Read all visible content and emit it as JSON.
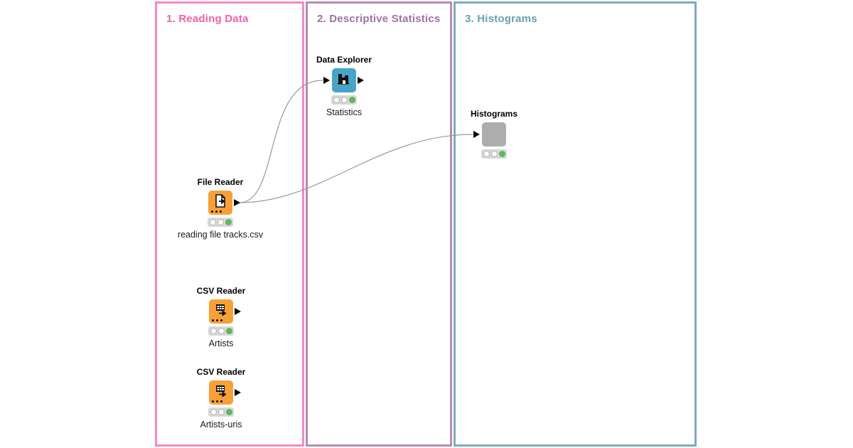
{
  "app": "KNIME workflow canvas",
  "sections": [
    {
      "title": "1. Reading Data",
      "border_color": "#f48ac4",
      "title_color": "#f160a8"
    },
    {
      "title": "2. Descriptive Statistics",
      "border_color": "#b48bb5",
      "title_color": "#a171a4"
    },
    {
      "title": "3. Histograms",
      "border_color": "#7fabbc",
      "title_color": "#68a0b4"
    }
  ],
  "nodes": [
    {
      "id": "data-explorer",
      "name": "Data Explorer",
      "label": "Statistics",
      "color": "#46a5c7",
      "icon": "histogram-icon",
      "status": "executed"
    },
    {
      "id": "histograms",
      "name": "Histograms",
      "label": "",
      "color": "#adadad",
      "icon": "none",
      "status": "executed"
    },
    {
      "id": "file-reader",
      "name": "File Reader",
      "label": "reading file tracks.csv",
      "color": "#f8a038",
      "icon": "file-export-icon",
      "status": "executed"
    },
    {
      "id": "csv-reader-1",
      "name": "CSV Reader",
      "label": "Artists",
      "color": "#f8a038",
      "icon": "table-export-icon",
      "status": "executed"
    },
    {
      "id": "csv-reader-2",
      "name": "CSV Reader",
      "label": "Artists-uris",
      "color": "#f8a038",
      "icon": "table-export-icon",
      "status": "executed"
    }
  ],
  "connections": [
    {
      "from": "file-reader",
      "to": "data-explorer"
    },
    {
      "from": "file-reader",
      "to": "histograms"
    }
  ],
  "colors": {
    "connection": "#999999",
    "port": "#000000",
    "traffic_light_bg": "#d8d8d8",
    "traffic_light_on": "#57bf4d",
    "traffic_light_off": "#fcfcfc"
  }
}
